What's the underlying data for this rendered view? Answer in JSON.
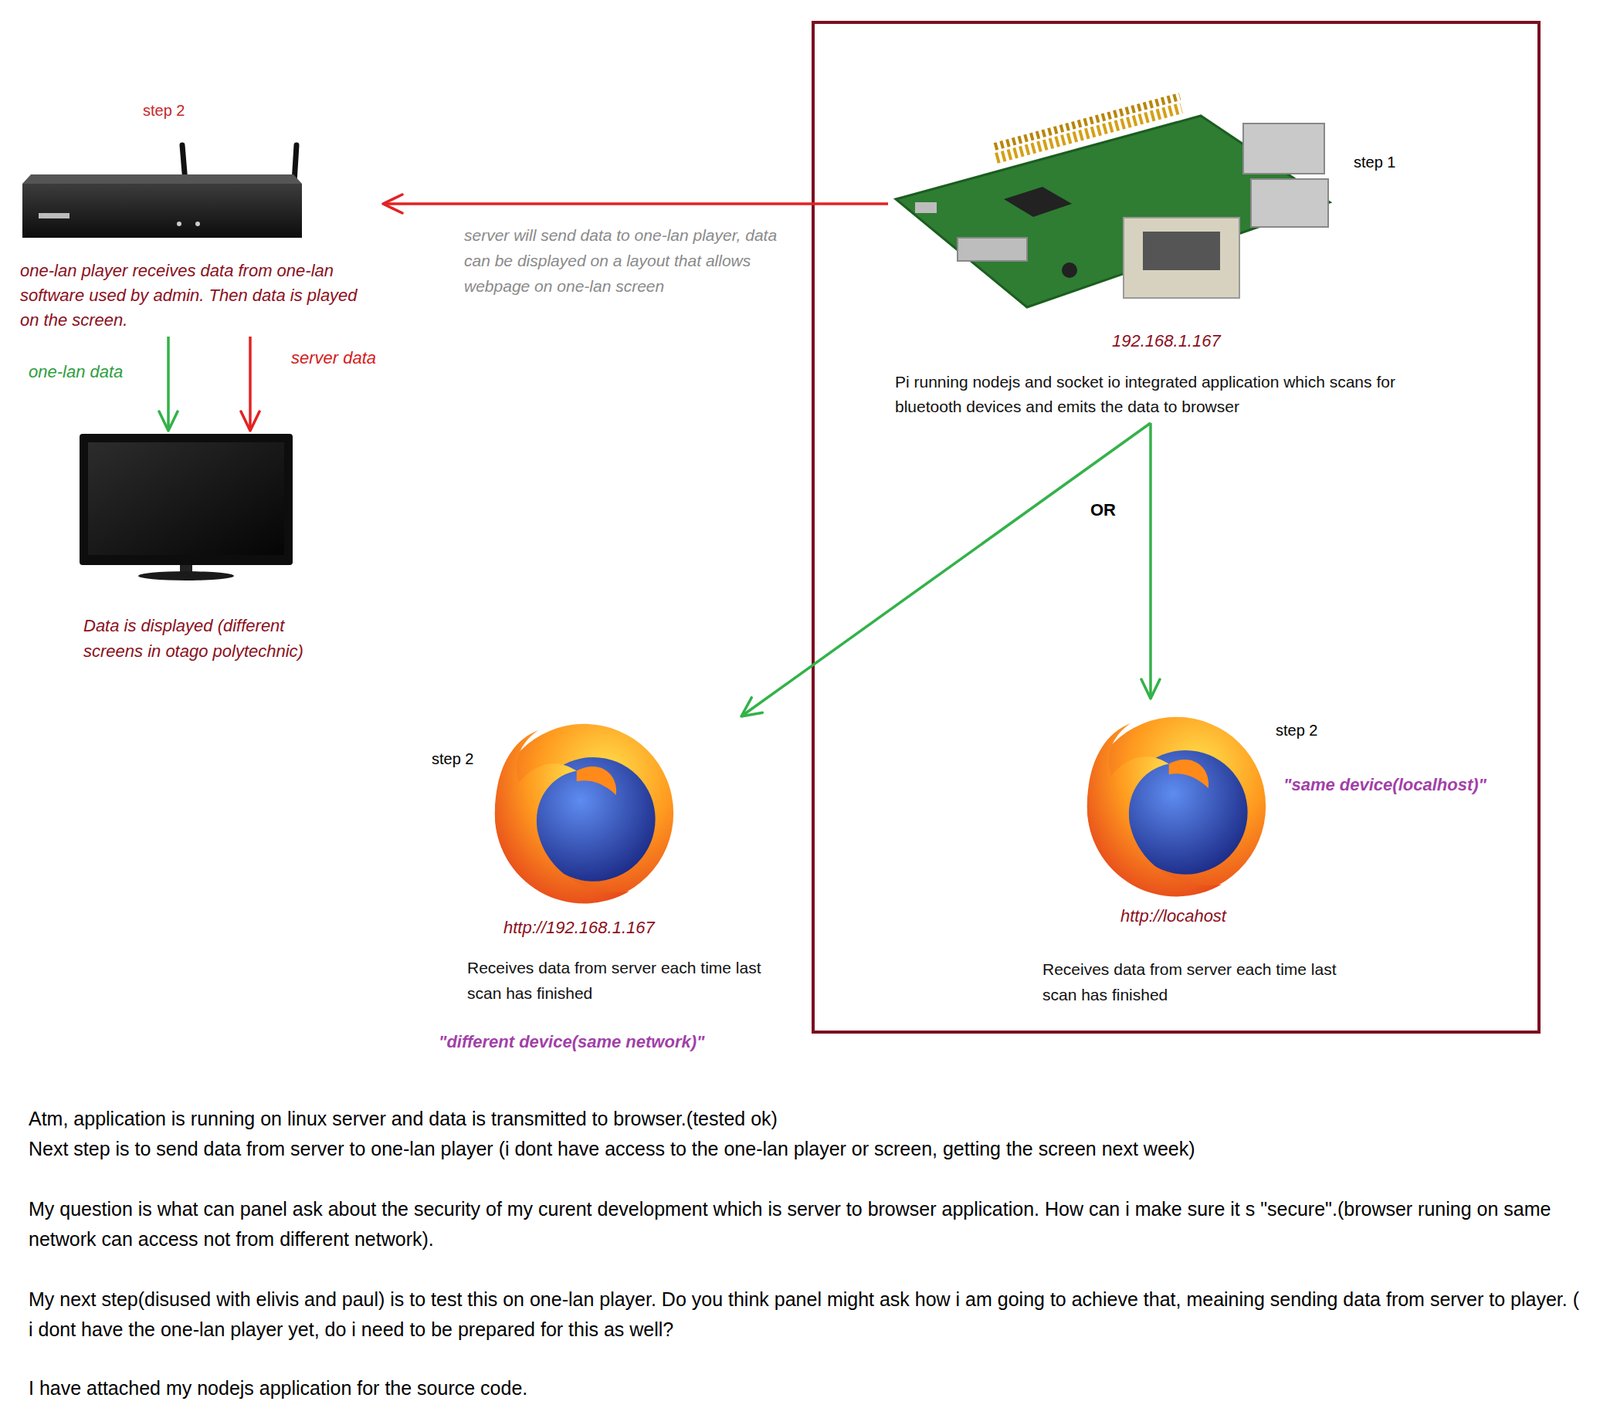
{
  "diagram": {
    "nodes": [
      {
        "text": [
          "step 2",
          "one-lan player receives data from one-lan software used by admin. Then data is played on the screen."
        ]
      },
      {
        "text": [
          "Data is displayed (different screens in otago polytechnic)"
        ]
      },
      {
        "text": [
          "step 1",
          "192.168.1.167",
          "Pi running nodejs and socket io integrated application which scans for bluetooth devices and emits the data to browser"
        ]
      },
      {
        "text": [
          "step 2",
          "http://192.168.1.167",
          "Receives data from server each time last scan has finished",
          "\"different device(same network)\""
        ]
      },
      {
        "text": [
          "step 2",
          "\"same device(localhost)\"",
          "http://locahost",
          "Receives data from server each time last scan has finished"
        ]
      }
    ],
    "edges": [
      {
        "from": 2,
        "to": 0,
        "arrow": "to",
        "label": "server will send data to one-lan player, data can be displayed on a layout that allows webpage on one-lan screen"
      },
      {
        "from": 0,
        "to": 1,
        "arrow": "to",
        "label": "one-lan data"
      },
      {
        "from": 0,
        "to": 1,
        "arrow": "to",
        "label": "server data"
      },
      {
        "from": 2,
        "to": 3,
        "arrow": "to"
      },
      {
        "from": 2,
        "to": 4,
        "arrow": "to"
      }
    ],
    "labels": [
      "OR",
      "Atm, application is running on linux server and data is transmitted to browser.(tested ok)",
      "Next step is to send data from server to one-lan player (i dont have access to the one-lan player or screen, getting the screen next week)",
      "My question is what can panel ask about the security of my curent development which is server to browser application. How can i make sure it s \"secure\".(browser runing on same network can access not from different network).",
      "My next step(disused with elivis and paul) is to test this on one-lan player. Do you think panel might ask how i am going to achieve that, meaining sending data from server to player. ( i dont have the one-lan player yet, do i need to be prepared for this as well?",
      "I have attached my nodejs application for the source code."
    ]
  }
}
